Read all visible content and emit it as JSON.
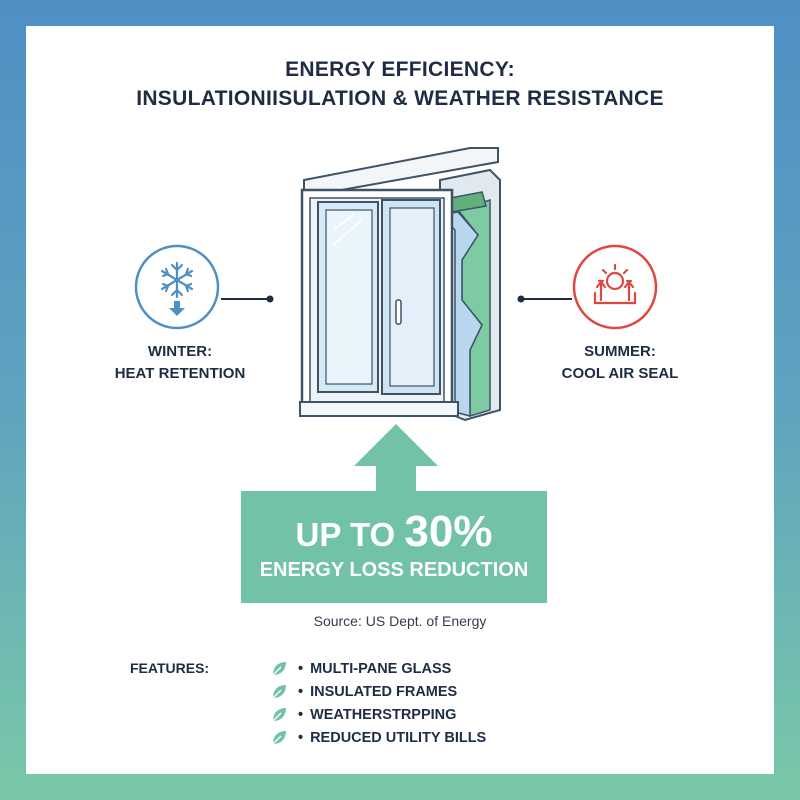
{
  "header": {
    "title_line1": "ENERGY EFFICIENCY:",
    "title_line2": "INSULATIONIISULATION & WEATHER RESISTANCE"
  },
  "winter": {
    "label_line1": "WINTER:",
    "label_line2": "HEAT RETENTION",
    "icon": "snowflake-down-arrow-icon",
    "color": "#4f8fc4"
  },
  "summer": {
    "label_line1": "SUMMER:",
    "label_line2": "COOL AIR SEAL",
    "icon": "sun-up-arrows-icon",
    "color": "#e0483f"
  },
  "stat": {
    "prefix": "UP TO ",
    "value": "30%",
    "subtitle": "ENERGY LOSS REDUCTION",
    "color": "#72c2a7"
  },
  "source": "Source: US Dept. of Energy",
  "features": {
    "heading": "FEATURES:",
    "bullet": "•",
    "items": [
      "MULTI-PANE GLASS",
      "INSULATED FRAMES",
      "WEATHERSTRPPING",
      "REDUCED UTILITY BILLS"
    ],
    "icon": "leaf-icon",
    "color": "#72c2a7"
  }
}
